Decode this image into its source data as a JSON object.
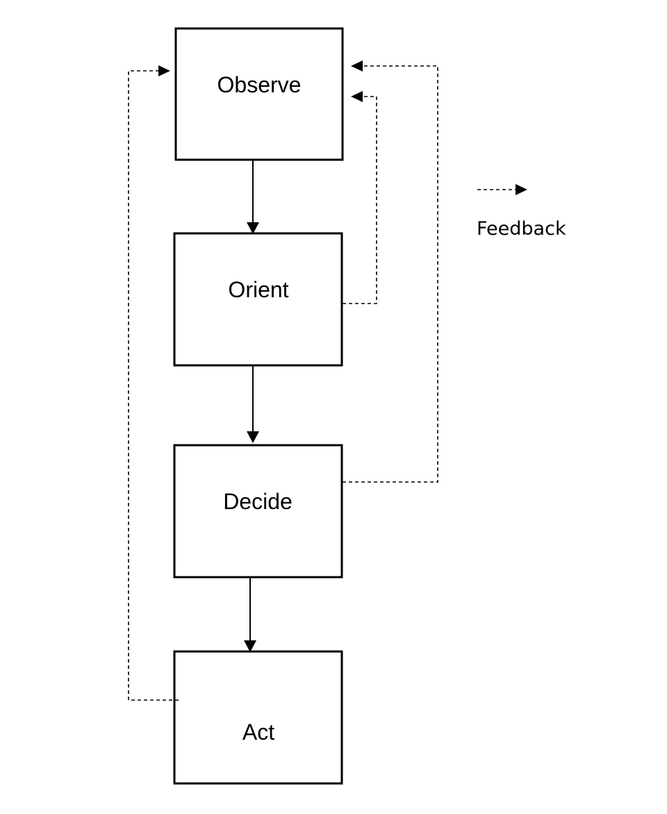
{
  "boxes": [
    {
      "id": "observe",
      "label": "Observe"
    },
    {
      "id": "orient",
      "label": "Orient"
    },
    {
      "id": "decide",
      "label": "Decide"
    },
    {
      "id": "act",
      "label": "Act"
    }
  ],
  "flow": [
    {
      "from": "observe",
      "to": "orient",
      "style": "solid"
    },
    {
      "from": "orient",
      "to": "decide",
      "style": "solid"
    },
    {
      "from": "decide",
      "to": "act",
      "style": "solid"
    }
  ],
  "feedback": [
    {
      "from": "orient",
      "to": "observe",
      "style": "dashed"
    },
    {
      "from": "decide",
      "to": "observe",
      "style": "dashed"
    },
    {
      "from": "act",
      "to": "observe",
      "style": "dashed"
    }
  ],
  "legend": {
    "feedback_label": "Feedback"
  },
  "colors": {
    "stroke": "#000000",
    "background": "#ffffff"
  }
}
